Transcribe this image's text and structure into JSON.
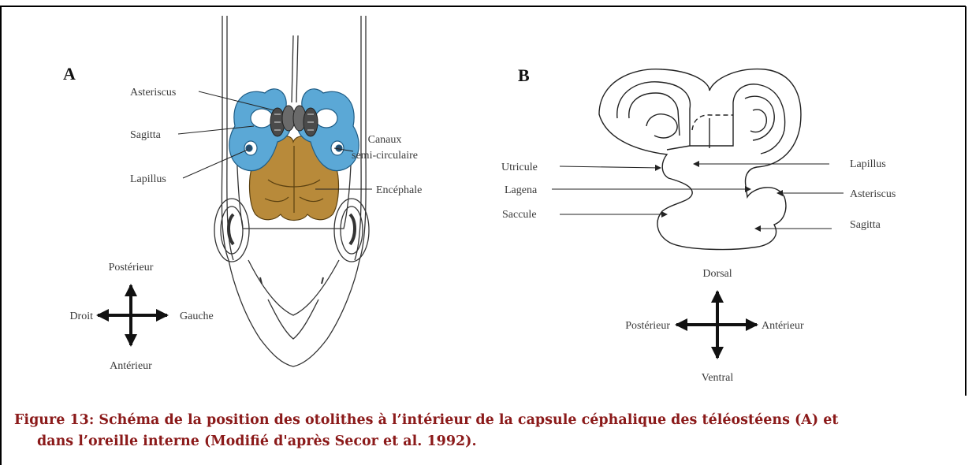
{
  "panels": {
    "a": {
      "letter": "A",
      "labels": {
        "asteriscus": "Asteriscus",
        "sagitta": "Sagitta",
        "lapillus": "Lapillus",
        "canaux_1": "Canaux",
        "canaux_2": "semi-circulaire",
        "encephale": "Encéphale"
      },
      "compass": {
        "top": "Postérieur",
        "left": "Droit",
        "right": "Gauche",
        "bottom": "Antérieur"
      }
    },
    "b": {
      "letter": "B",
      "labels": {
        "utricule": "Utricule",
        "lagena": "Lagena",
        "saccule": "Saccule",
        "lapillus": "Lapillus",
        "asteriscus": "Asteriscus",
        "sagitta": "Sagitta"
      },
      "compass": {
        "top": "Dorsal",
        "left": "Postérieur",
        "right": "Antérieur",
        "bottom": "Ventral"
      }
    }
  },
  "caption": {
    "line1": "Figure 13: Schéma de la position des otolithes à l’intérieur de la capsule céphalique des téléostéens (A) et",
    "line2": "dans l’oreille interne (Modifié d'après Secor et al. 1992)."
  },
  "colors": {
    "canals": "#5ba8d6",
    "brain": "#b88a3a",
    "caption": "#8b1a1a"
  }
}
